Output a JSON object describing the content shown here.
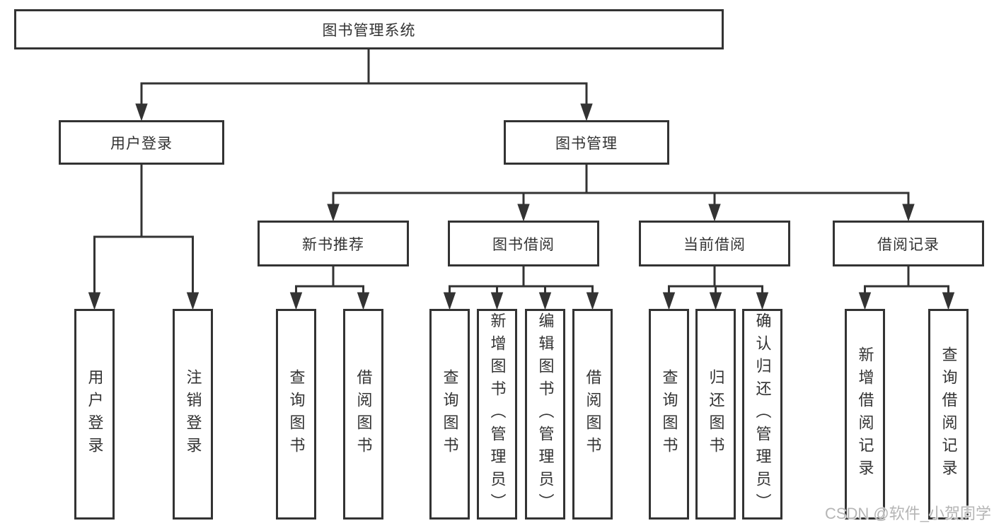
{
  "tree": {
    "root": {
      "label": "图书管理系统"
    },
    "level2": [
      {
        "label": "用户登录",
        "children": [
          {
            "label": "用户登录"
          },
          {
            "label": "注销登录"
          }
        ]
      },
      {
        "label": "图书管理",
        "groups": [
          {
            "label": "新书推荐",
            "children": [
              {
                "label": "查询图书"
              },
              {
                "label": "借阅图书"
              }
            ]
          },
          {
            "label": "图书借阅",
            "children": [
              {
                "label": "查询图书"
              },
              {
                "label": "新增图书（管理员）"
              },
              {
                "label": "编辑图书（管理员）"
              },
              {
                "label": "借阅图书"
              }
            ]
          },
          {
            "label": "当前借阅",
            "children": [
              {
                "label": "查询图书"
              },
              {
                "label": "归还图书"
              },
              {
                "label": "确认归还（管理员）"
              }
            ]
          },
          {
            "label": "借阅记录",
            "children": [
              {
                "label": "新增借阅记录"
              },
              {
                "label": "查询借阅记录"
              }
            ]
          }
        ]
      }
    ]
  },
  "watermark": {
    "text": "CSDN @软件_小贺同学",
    "color": "#b5b5b5"
  },
  "colors": {
    "line": "#333333",
    "box_border": "#333333",
    "text": "#333333",
    "background": "#ffffff"
  }
}
